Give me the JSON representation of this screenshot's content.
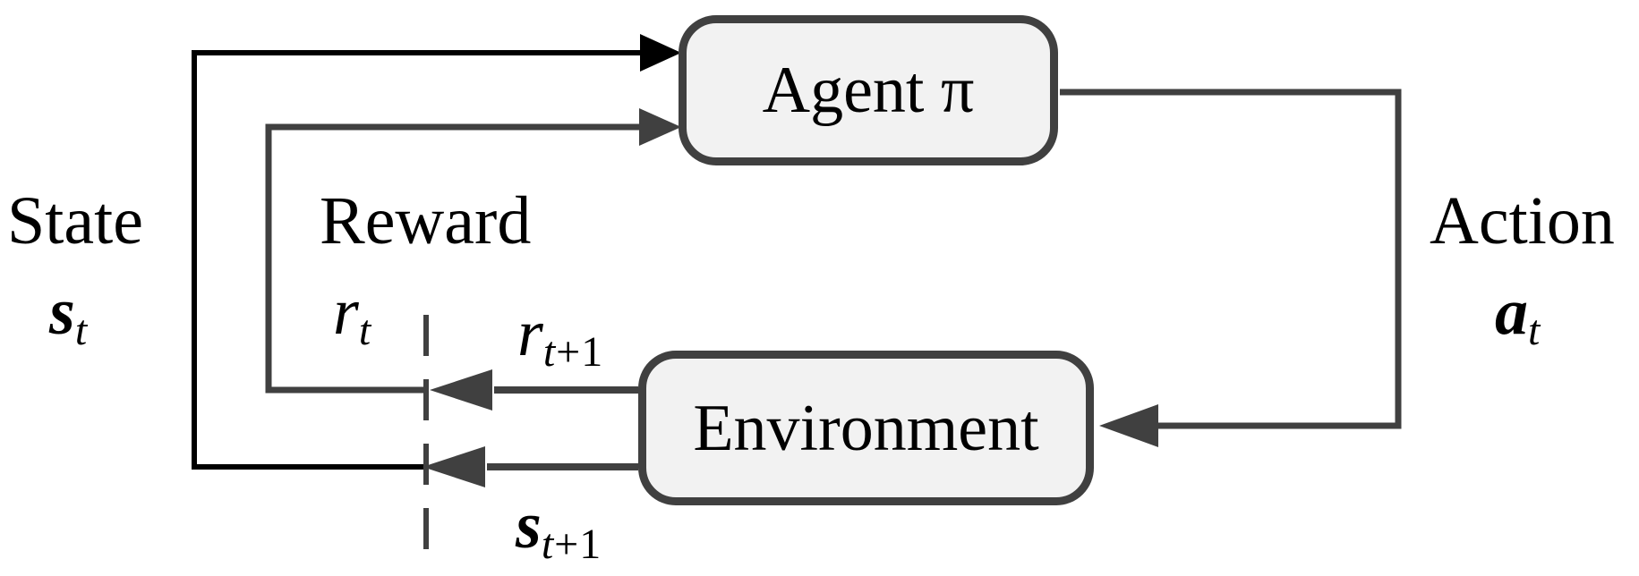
{
  "diagram": {
    "title_semantics": "reinforcement-learning agent-environment loop",
    "boxes": {
      "agent": {
        "label": "Agent π"
      },
      "environment": {
        "label": "Environment"
      }
    },
    "labels": {
      "state": {
        "word": "State",
        "base": "s",
        "sub": "t"
      },
      "reward": {
        "word": "Reward",
        "base": "r",
        "sub": "t"
      },
      "action": {
        "word": "Action",
        "base": "a",
        "sub": "t"
      },
      "reward_next": {
        "base": "r",
        "sub_var": "t",
        "sub_op": "+1"
      },
      "state_next": {
        "base": "s",
        "sub_var": "t",
        "sub_op": "+1"
      }
    },
    "colors": {
      "line_black": "#000000",
      "line_gray": "#404040",
      "box_fill": "#f2f2f2",
      "box_border": "#404040",
      "text": "#000000"
    }
  }
}
